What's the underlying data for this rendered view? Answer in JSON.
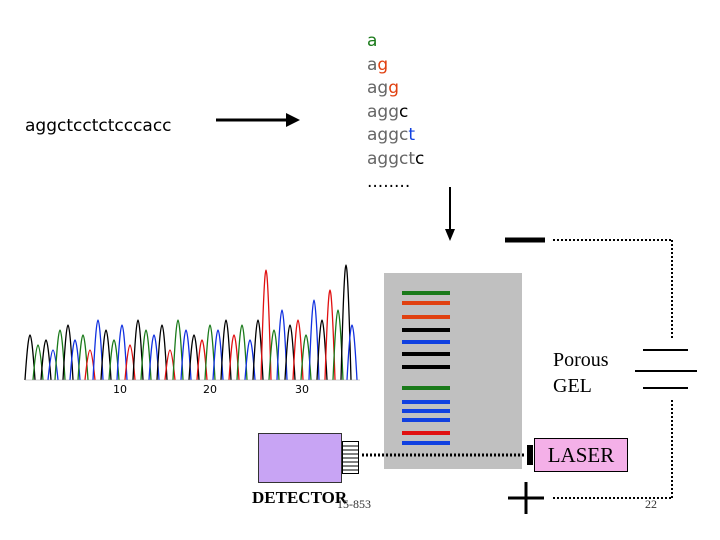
{
  "sequence": "aggctcctctcccacc",
  "ladder": [
    {
      "prefix": "",
      "last": "a",
      "color": "#1a7a1a"
    },
    {
      "prefix": "a",
      "last": "g",
      "color": "#e04010"
    },
    {
      "prefix": "ag",
      "last": "g",
      "color": "#e04010"
    },
    {
      "prefix": "agg",
      "last": "c",
      "color": "#000000"
    },
    {
      "prefix": "aggc",
      "last": "t",
      "color": "#1040e0"
    },
    {
      "prefix": "aggct",
      "last": "c",
      "color": "#000000"
    }
  ],
  "ladder_more": "........",
  "prefix_color": "#666666",
  "chromatogram": {
    "tick_labels": [
      "10",
      "20",
      "30"
    ],
    "trace_colors": [
      "#000000",
      "#1a7a1a",
      "#1030e0",
      "#e01010"
    ]
  },
  "gel": {
    "label_line1": "Porous",
    "label_line2": "GEL",
    "bands": [
      "#1a7a1a",
      "#e04010",
      "#e04010",
      "#000000",
      "#1040e0",
      "#000000",
      "#000000",
      "#1a7a1a",
      "#1040e0",
      "#1040e0",
      "#1040e0",
      "#e01010",
      "#1040e0"
    ]
  },
  "laser_label": "LASER",
  "detector_label": "DETECTOR",
  "course_code": "15-853",
  "page_number": "22",
  "electrodes": {
    "negative": "−",
    "positive": "+"
  }
}
